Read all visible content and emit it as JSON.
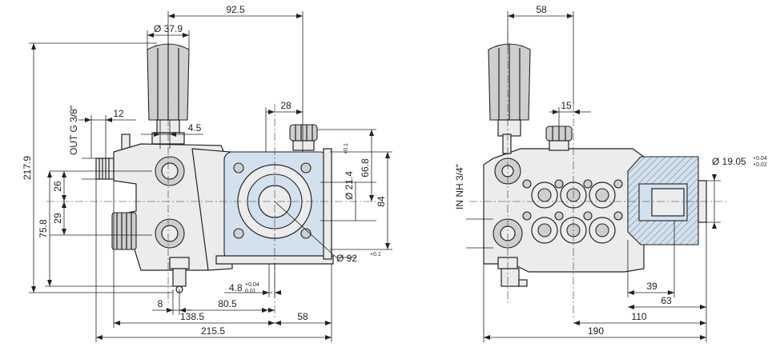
{
  "views": {
    "side": {
      "dims": {
        "d_37_9": "Ø 37.9",
        "d_92_5": "92.5",
        "d_28": "28",
        "d_12": "12",
        "d_4_5": "4.5",
        "d_out": "OUT G 3/8\"",
        "d_217_9": "217.9",
        "d_26": "26",
        "d_29": "29",
        "d_75_8": "75.8",
        "d_21_4": "Ø 21.4",
        "d_21_4_tol": "+0.1",
        "d_66_8": "66.8",
        "d_84": "84",
        "d_92": "Ø 92",
        "d_92_tol": "+0.1",
        "d_4_8": "4.8",
        "d_4_8_tol_up": "+0.04",
        "d_4_8_tol_dn": "0.01",
        "d_8": "8",
        "d_80_5": "80.5",
        "d_138_5": "138.5",
        "d_58": "58",
        "d_215_5": "215.5"
      }
    },
    "front": {
      "dims": {
        "d_58": "58",
        "d_15": "15",
        "d_in": "IN NH 3/4\"",
        "d_19_05": "Ø 19.05",
        "d_19_05_tol_up": "+0.04",
        "d_19_05_tol_dn": "+0.02",
        "d_39": "39",
        "d_63": "63",
        "d_110": "110",
        "d_190": "190"
      }
    }
  },
  "colors": {
    "housing_blue": "#d3e1ef",
    "body_grey": "#ececec",
    "line": "#222222"
  }
}
